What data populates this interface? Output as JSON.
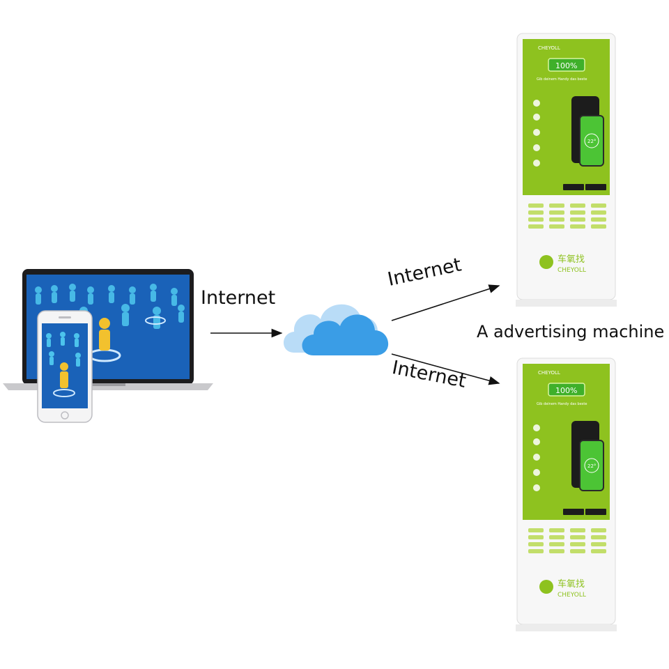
{
  "labels": {
    "internet_left": "Internet",
    "internet_up": "Internet",
    "internet_down": "Internet",
    "machine_caption": "A advertising machine"
  },
  "kiosk": {
    "brand": "CHEYOLL",
    "battery": "100%",
    "slogan": "Gib deinem Handy das beste",
    "phone_percent": "22°",
    "footer_cn": "车氧找",
    "footer_en": "CHEYOLL"
  },
  "colors": {
    "kiosk_green": "#8ec21f",
    "cloud_blue": "#3a9de6",
    "cloud_light": "#b9dcf7",
    "screen_blue": "#1a62b8"
  },
  "icons": [
    "laptop-icon",
    "smartphone-icon",
    "cloud-icon",
    "arrow-icon"
  ]
}
